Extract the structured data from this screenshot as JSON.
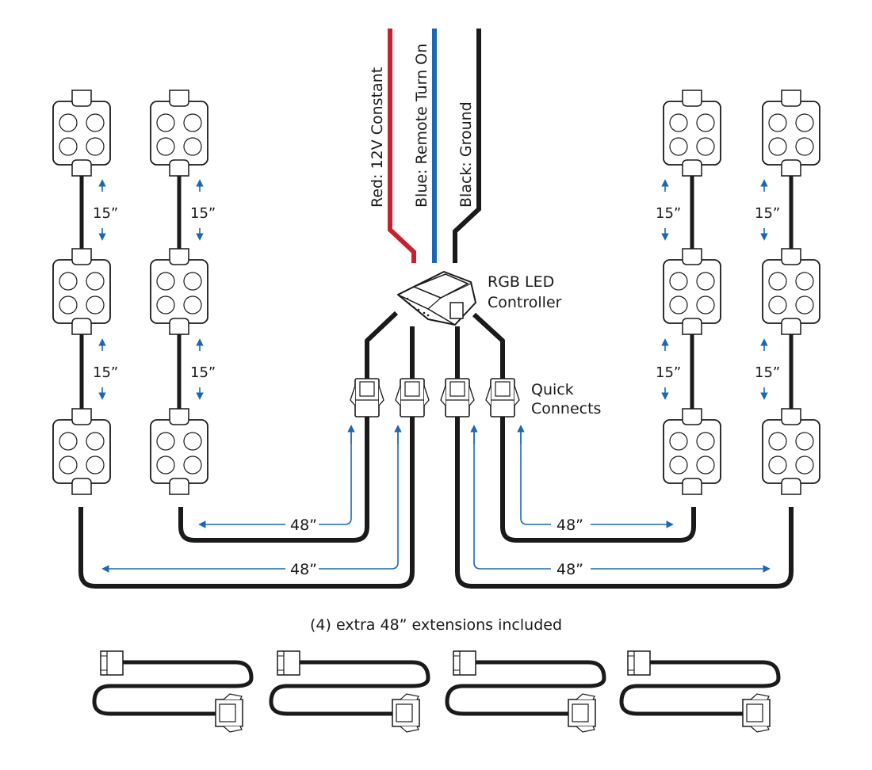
{
  "wires": {
    "red_label": "Red: 12V Constant",
    "blue_label": "Blue: Remote Turn On",
    "black_label": "Black: Ground",
    "colors": {
      "red": "#c8202f",
      "blue": "#1a68b5",
      "black": "#1a1a1a"
    }
  },
  "controller": {
    "line1": "RGB LED",
    "line2": "Controller"
  },
  "quick_connects": {
    "line1": "Quick",
    "line2": "Connects",
    "count": 4
  },
  "pods": {
    "columns": 4,
    "pods_per_column": 3,
    "led_count_per_pod": 4
  },
  "spacing_label": "15”",
  "lead_labels": [
    "48”",
    "48”",
    "48”",
    "48”"
  ],
  "extensions": {
    "caption": "(4) extra 48” extensions included",
    "count": 4
  },
  "accent_color": "#1a68b5"
}
